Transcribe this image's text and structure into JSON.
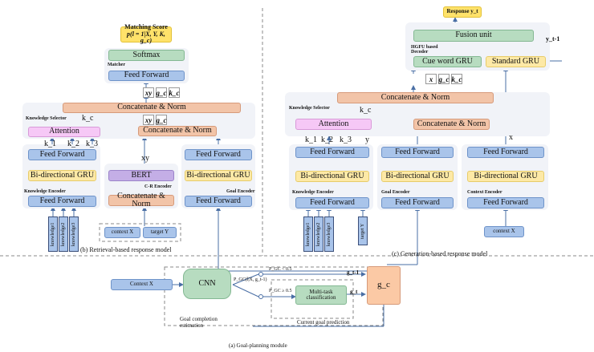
{
  "retrieval": {
    "score_title": "Matching Score",
    "score_formula": "p(l = 1|X, Y, K, g_c)",
    "softmax": "Softmax",
    "matcher_label": "Matcher",
    "ff_top": "Feed Forward",
    "chips_top": [
      "xy",
      "g_c",
      "k_c"
    ],
    "concat_top": "Concatenate & Norm",
    "chips_mid": [
      "xy",
      "g_c"
    ],
    "ks_label": "Knowledge Selector",
    "kc": "k_c",
    "attention": "Attention",
    "concat_right": "Concatenate & Norm",
    "xy_label": "xy",
    "ff_k": "Feed Forward",
    "k_labels": [
      "k_1",
      "k_2",
      "k_3"
    ],
    "ff_goal": "Feed Forward",
    "gru_k": "Bi-directional GRU",
    "bert": "BERT",
    "gru_goal": "Bi-directional GRU",
    "ke_label": "Knowledge Encoder",
    "cr_label": "C-R Encoder",
    "goal_label": "Goal Encoder",
    "ff_k_bottom": "Feed Forward",
    "concat_cr": "Concatenate & Norm",
    "ff_goal_bottom": "Feed Forward",
    "knowledge_items": [
      "knowledge1",
      "knowledge2",
      "knowledge3"
    ],
    "context": "context X",
    "target": "target Y",
    "caption": "(b) Retrieval-based response model"
  },
  "generation": {
    "response": "Response y_t",
    "fusion": "Fusion unit",
    "hgfu_label": "HGFU based Decoder",
    "y_prev": "y_t-1",
    "cue_gru": "Cue word GRU",
    "std_gru": "Standard GRU",
    "chips": [
      "x",
      "g_c",
      "k_c"
    ],
    "concat_top": "Concatenate & Norm",
    "ks_label": "Knowledge Selector",
    "kc": "k_c",
    "attention": "Attention",
    "concat_right": "Concatenate & Norm",
    "x_label": "x",
    "ff_k": "Feed Forward",
    "k_labels": [
      "k_1",
      "k_2",
      "k_3",
      "y"
    ],
    "ff_goal": "Feed Forward",
    "ff_ctx": "Feed Forward",
    "gru_k": "Bi-directional GRU",
    "gru_goal": "Bi-directional GRU",
    "gru_ctx": "Bi-directional GRU",
    "ke_label": "Knowledge Encoder",
    "goal_label": "Goal Encoder",
    "ctx_label": "Context Encoder",
    "ff_k_bottom": "Feed Forward",
    "ff_goal_bottom": "Feed Forward",
    "ff_ctx_bottom": "Feed Forward",
    "knowledge_items": [
      "knowledge1",
      "knowledge2",
      "knowledge3"
    ],
    "target": "target Y",
    "context": "context X",
    "caption": "(c) Generation-based response model"
  },
  "planning": {
    "context": "Context X",
    "cnn": "CNN",
    "pgc": "P_GC(l|X, g_t-1)",
    "cond_lt": "P_GC < 0.5",
    "cond_ge": "P_GC ≥ 0.5",
    "g_prev": "g_t-1",
    "g_t": "g_t",
    "multitask": "Multi-task classification",
    "gc": "g_c",
    "gce_label": "Goal completion estimation",
    "cgp_label": "Current goal prediction",
    "caption": "(a) Goal-planning module"
  }
}
